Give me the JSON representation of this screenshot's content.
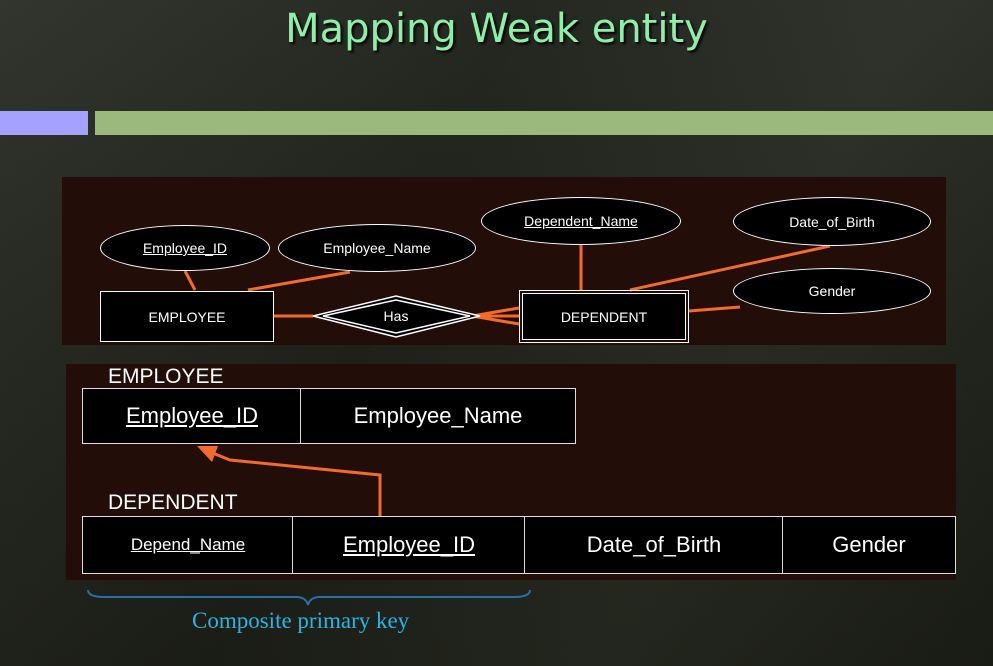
{
  "title": "Mapping Weak entity",
  "er": {
    "employee_id": "Employee_ID",
    "employee_name": "Employee_Name",
    "dependent_name": "Dependent_Name",
    "date_of_birth": "Date_of_Birth",
    "gender": "Gender",
    "employee": "EMPLOYEE",
    "has": "Has",
    "dependent": "DEPENDENT"
  },
  "relations": {
    "employee": {
      "name": "EMPLOYEE",
      "columns": [
        "Employee_ID",
        "Employee_Name"
      ]
    },
    "dependent": {
      "name": "DEPENDENT",
      "columns": [
        "Depend_Name",
        "Employee_ID",
        "Date_of_Birth",
        "Gender"
      ]
    }
  },
  "caption": "Composite primary key",
  "colors": {
    "title": "#8ef0a8",
    "connector": "#f26b2d",
    "brace": "#2a6fa8",
    "caption": "#27b5e8",
    "bar_left": "#a5a2ff",
    "bar_right": "#9ab97b"
  }
}
